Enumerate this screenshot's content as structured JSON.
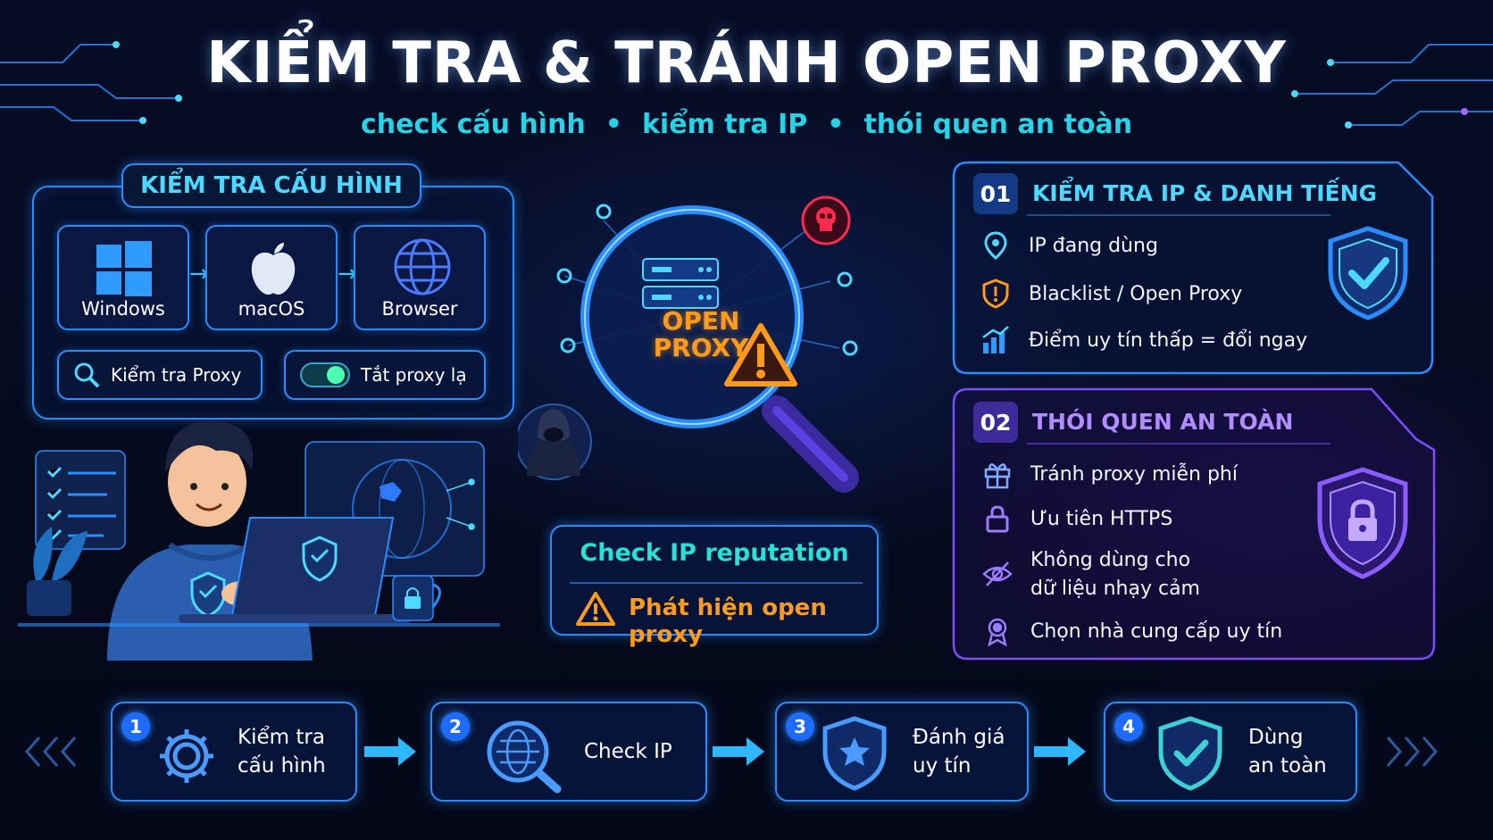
{
  "title": "KIỂM TRA & TRÁNH OPEN PROXY",
  "subtitle": {
    "items": [
      "check cấu hình",
      "kiểm tra IP",
      "thói quen an toàn"
    ],
    "separator": "•"
  },
  "config": {
    "heading": "KIỂM TRA CẤU HÌNH",
    "platforms": [
      {
        "label": "Windows",
        "icon": "windows-logo-icon"
      },
      {
        "label": "macOS",
        "icon": "apple-logo-icon"
      },
      {
        "label": "Browser",
        "icon": "globe-icon"
      }
    ],
    "check_proxy_label": "Kiểm tra Proxy",
    "disable_proxy_label": "Tắt proxy lạ"
  },
  "center": {
    "badge_line1": "OPEN",
    "badge_line2": "PROXY",
    "check_ip_label": "Check IP reputation",
    "detect_label": "Phát hiện open proxy"
  },
  "section1": {
    "number": "01",
    "heading": "KIỂM TRA IP & DANH TIẾNG",
    "items": [
      {
        "icon": "location-pin-icon",
        "text": "IP đang dùng"
      },
      {
        "icon": "warning-shield-icon",
        "text": "Blacklist / Open Proxy"
      },
      {
        "icon": "bar-chart-icon",
        "text": "Điểm uy tín thấp = đổi ngay"
      }
    ]
  },
  "section2": {
    "number": "02",
    "heading": "THÓI QUEN AN TOÀN",
    "items": [
      {
        "icon": "gift-icon",
        "text": "Tránh proxy miễn phí"
      },
      {
        "icon": "lock-icon",
        "text": "Ưu tiên HTTPS"
      },
      {
        "icon": "eye-off-icon",
        "text": "Không dùng cho",
        "text2": "dữ liệu nhạy cảm"
      },
      {
        "icon": "award-badge-icon",
        "text": "Chọn nhà cung cấp uy tín"
      }
    ]
  },
  "steps": [
    {
      "number": "1",
      "line1": "Kiểm tra",
      "line2": "cấu hình",
      "icon": "gear-icon"
    },
    {
      "number": "2",
      "line1": "Check IP",
      "line2": "",
      "icon": "globe-search-icon"
    },
    {
      "number": "3",
      "line1": "Đánh giá",
      "line2": "uy tín",
      "icon": "star-shield-icon"
    },
    {
      "number": "4",
      "line1": "Dùng",
      "line2": "an toàn",
      "icon": "check-shield-icon"
    }
  ],
  "colors": {
    "accent_blue": "#2a8dff",
    "accent_cyan": "#27d3e6",
    "accent_purple": "#7c4dff",
    "warning_orange": "#ff9a1a",
    "danger_red": "#ff2a4d"
  }
}
